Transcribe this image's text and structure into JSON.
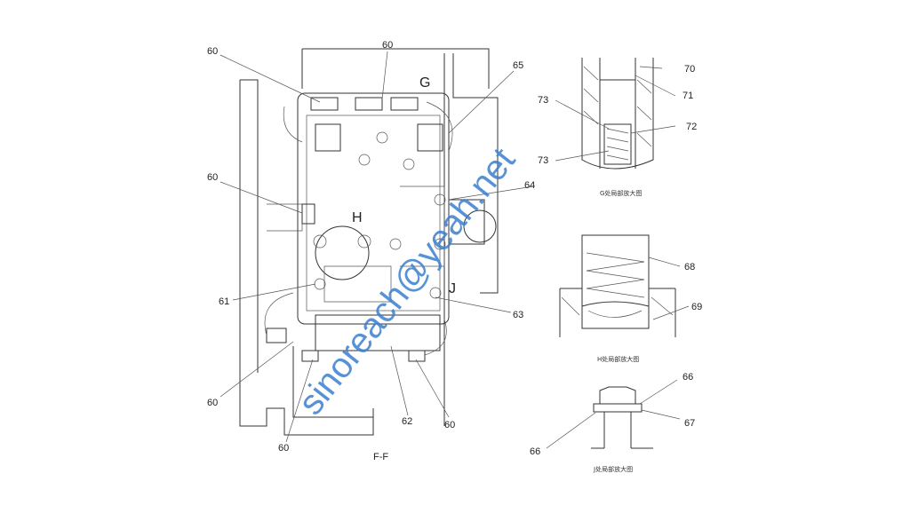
{
  "main_view": {
    "section_label": "F-F",
    "region_labels": [
      "G",
      "H",
      "J"
    ],
    "callouts": [
      "60",
      "60",
      "65",
      "60",
      "64",
      "61",
      "63",
      "60",
      "60",
      "62",
      "60"
    ]
  },
  "detail_g": {
    "caption": "G处局部放大图",
    "callouts": [
      "70",
      "71",
      "73",
      "72",
      "73"
    ]
  },
  "detail_h": {
    "caption": "H处局部放大图",
    "callouts": [
      "68",
      "69"
    ]
  },
  "detail_j": {
    "caption": "J处局部放大图",
    "callouts": [
      "66",
      "67",
      "66"
    ]
  },
  "watermark": "sinoreach@yeah.net"
}
